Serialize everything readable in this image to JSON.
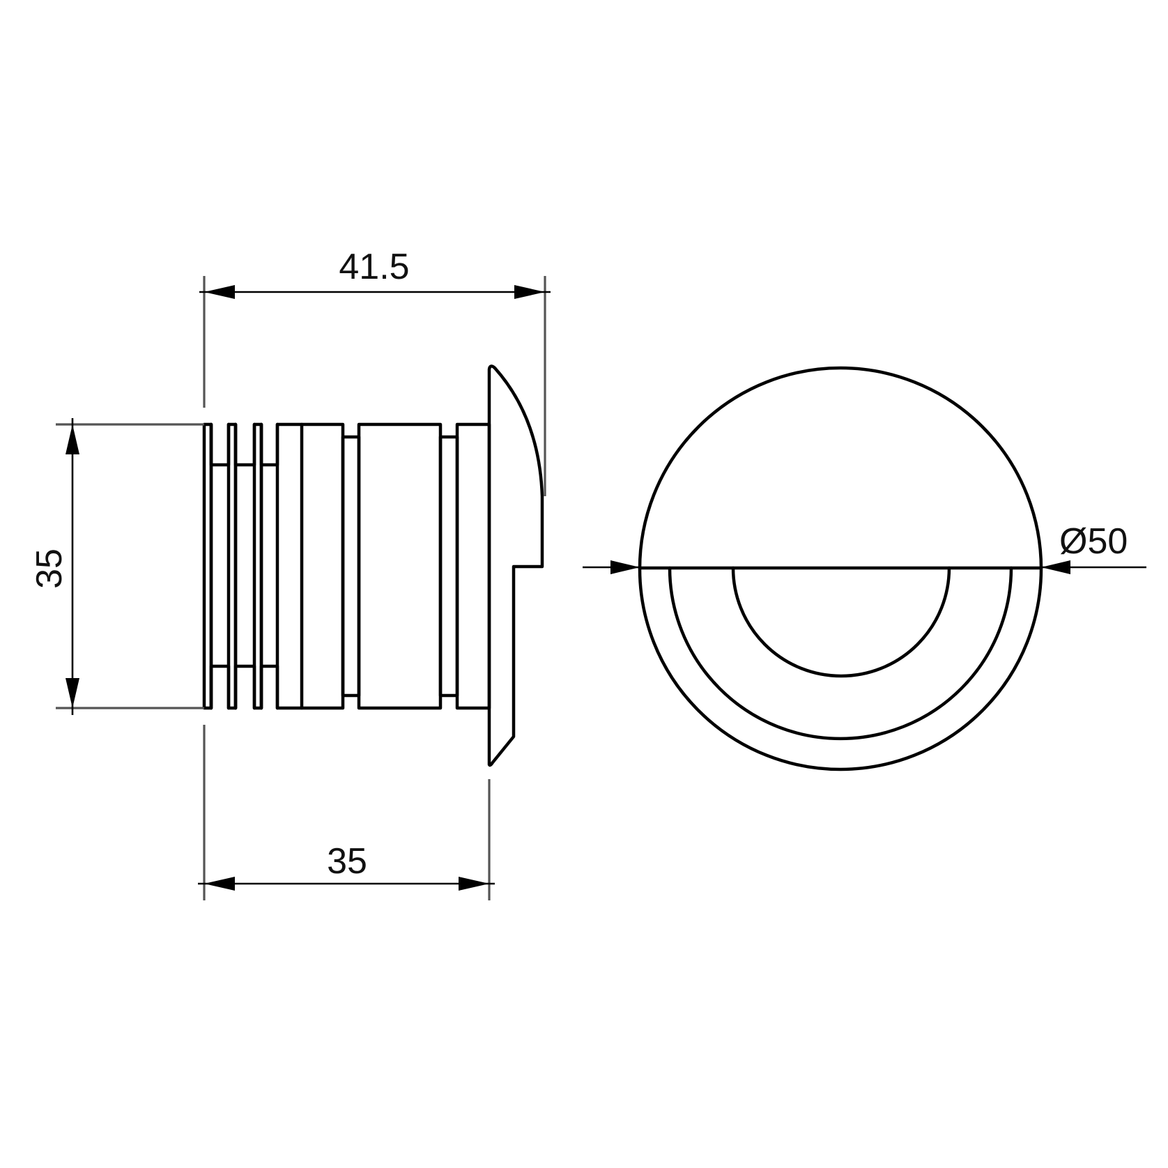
{
  "drawing": {
    "type": "technical-drawing",
    "subject": "recessed round step light with half eyelid cover",
    "line_color": "#000000",
    "background": "#ffffff"
  },
  "side_view": {
    "dimensions": {
      "overall_length": {
        "label": "41.5"
      },
      "body_diameter": {
        "label": "35"
      },
      "recess_depth": {
        "label": "35"
      }
    }
  },
  "front_view": {
    "dimensions": {
      "outer_diameter": {
        "label": "Ø50"
      }
    }
  }
}
